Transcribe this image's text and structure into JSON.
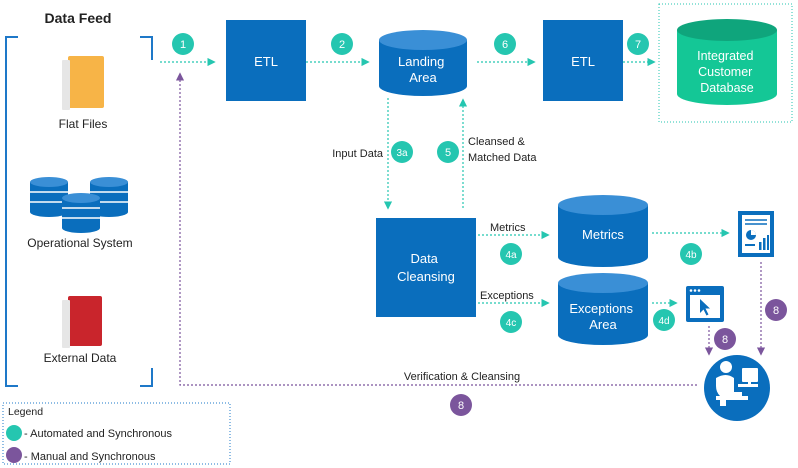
{
  "colors": {
    "blue": "#0a6ebd",
    "blue_dark": "#075a9c",
    "teal": "#25c6b0",
    "green": "#14c796",
    "green_dark": "#0fa57c",
    "purple": "#7b559c",
    "bracket": "#1e78c8",
    "orange": "#f2a53a",
    "red": "#c9252c",
    "text": "#222222",
    "white": "#ffffff"
  },
  "sources": {
    "title": "Data Feed",
    "flat_files": "Flat Files",
    "operational_system": "Operational System",
    "external_data": "External Data"
  },
  "nodes": {
    "etl1": "ETL",
    "landing_line1": "Landing",
    "landing_line2": "Area",
    "etl2": "ETL",
    "icdb_line1": "Integrated",
    "icdb_line2": "Customer",
    "icdb_line3": "Database",
    "cleansing_line1": "Data",
    "cleansing_line2": "Cleansing",
    "metrics": "Metrics",
    "exceptions_line1": "Exceptions",
    "exceptions_line2": "Area"
  },
  "edge_labels": {
    "input_data": "Input Data",
    "cleansed_line1": "Cleansed &",
    "cleansed_line2": "Matched Data",
    "metrics": "Metrics",
    "exceptions": "Exceptions",
    "verification": "Verification & Cleansing"
  },
  "badges": {
    "b1": "1",
    "b2": "2",
    "b6": "6",
    "b7": "7",
    "b3a": "3a",
    "b5": "5",
    "b4a": "4a",
    "b4b": "4b",
    "b4c": "4c",
    "b4d": "4d",
    "b8_right": "8",
    "b8_mid": "8",
    "b8_bottom": "8"
  },
  "legend": {
    "title": "Legend",
    "automated": "- Automated and Synchronous",
    "manual": "- Manual and Synchronous"
  },
  "icons": [
    "folder-icon",
    "database-stack-icon",
    "folder-icon",
    "report-icon",
    "window-cursor-icon",
    "user-computer-icon"
  ]
}
